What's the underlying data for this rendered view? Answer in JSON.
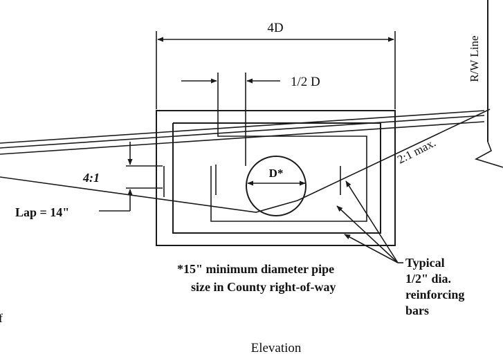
{
  "labels": {
    "width_dim": "4D",
    "half_dim": "1/2 D",
    "rw_line": "R/W Line",
    "pipe_dia": "D*",
    "slope_left": "4:1",
    "slope_right": "2:1 max.",
    "lap": "Lap = 14\"",
    "note_line1": "*15\" minimum diameter pipe",
    "note_line2": "size in County right-of-way",
    "rebar_line1": "Typical",
    "rebar_line2": "1/2\" dia.",
    "rebar_line3": "reinforcing",
    "rebar_line4": "bars",
    "view_title": "Elevation",
    "edge_fragment": "f"
  },
  "colors": {
    "ink": "#1a1a1a",
    "background": "#ffffff"
  }
}
